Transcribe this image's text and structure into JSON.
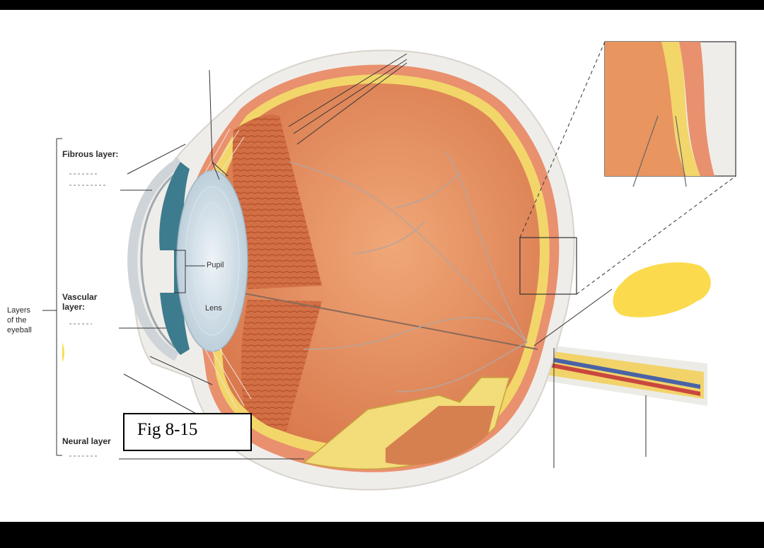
{
  "labels": {
    "fibrous_layer": "Fibrous layer:",
    "vascular_layer_line1": "Vascular",
    "vascular_layer_line2": "layer:",
    "neural_layer": "Neural layer",
    "layers_of_eyeball_line1": "Layers",
    "layers_of_eyeball_line2": "of the",
    "layers_of_eyeball_line3": "eyeball",
    "pupil": "Pupil",
    "lens": "Lens"
  },
  "figure_caption": "Fig 8-15",
  "colors": {
    "sclera": "#f1efec",
    "choroid": "#e9906e",
    "retina": "#f2d66a",
    "vitreous": "#e8955f",
    "lens": "#c9d9e3",
    "iris": "#3d7c8e",
    "highlight": "#fbdb4d"
  }
}
